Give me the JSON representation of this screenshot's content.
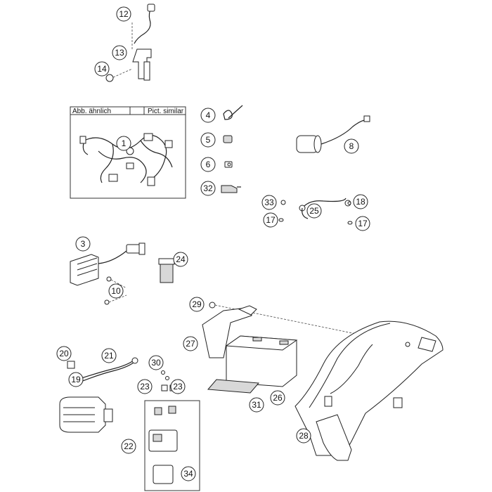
{
  "panel": {
    "label_left": "Abb. ähnlich",
    "label_right": "Pict. similar"
  },
  "callouts": [
    "12",
    "13",
    "14",
    "1",
    "4",
    "5",
    "6",
    "32",
    "8",
    "33",
    "25",
    "18",
    "17",
    "17",
    "3",
    "24",
    "10",
    "29",
    "27",
    "20",
    "21",
    "30",
    "19",
    "23",
    "23",
    "31",
    "26",
    "22",
    "28",
    "34"
  ]
}
